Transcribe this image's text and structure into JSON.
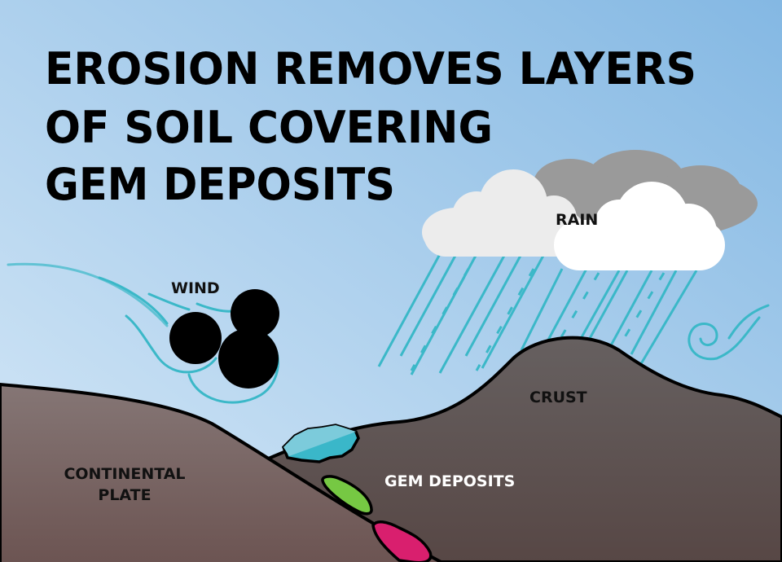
{
  "title": {
    "lines": [
      "EROSION REMOVES LAYERS",
      "OF SOIL COVERING",
      "GEM DEPOSITS"
    ]
  },
  "labels": {
    "wind": "WIND",
    "rain": "RAIN",
    "crust": "CRUST",
    "continental_plate_line1": "CONTINENTAL",
    "continental_plate_line2": "PLATE",
    "gem_deposits": "GEM DEPOSITS"
  },
  "colors": {
    "sky_light": "#d2e5f6",
    "sky_dark": "#86b9e4",
    "plate": "#7a6664",
    "crust": "#5c5250",
    "rain": "#3bb8c8",
    "gem_cyan": "#3ab7c9",
    "gem_green": "#76c843",
    "gem_pink": "#d91f6e",
    "cloud_gray": "#9a9a9a",
    "cloud_light": "#ececec",
    "cloud_white": "#ffffff"
  }
}
